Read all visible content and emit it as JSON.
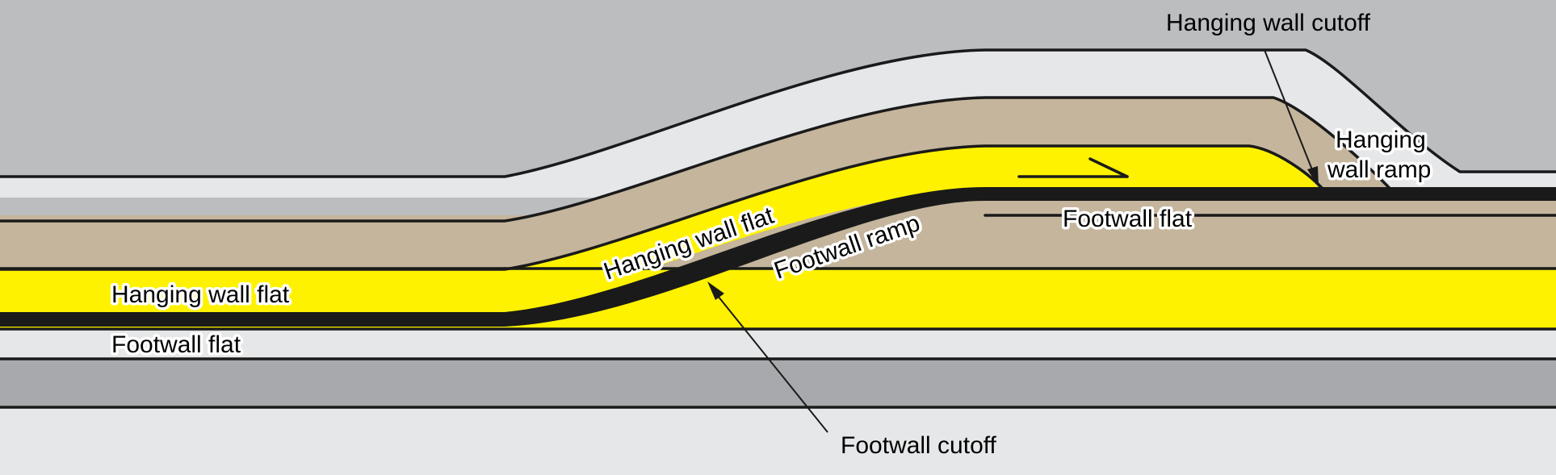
{
  "labels": {
    "hanging_wall_cutoff": "Hanging wall cutoff",
    "hanging_wall_ramp_line1": "Hanging",
    "hanging_wall_ramp_line2": "wall ramp",
    "footwall_flat_right": "Footwall flat",
    "hanging_wall_flat_ramp": "Hanging wall flat",
    "footwall_ramp": "Footwall ramp",
    "hanging_wall_flat_left": "Hanging wall flat",
    "footwall_flat_left": "Footwall flat",
    "footwall_cutoff": "Footwall cutoff"
  },
  "colors": {
    "sky_gray": "#bbbdbf",
    "light_gray": "#e6e7e8",
    "tan": "#c4b59c",
    "yellow": "#fff200",
    "mid_gray": "#a7a9ac",
    "fault": "#1a1a1a"
  }
}
